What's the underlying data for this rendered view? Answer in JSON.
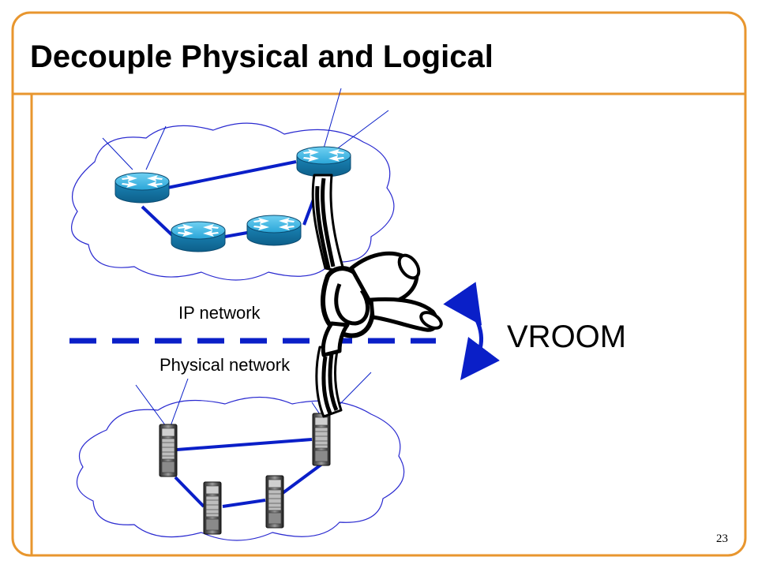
{
  "slide": {
    "title": "Decouple Physical and Logical",
    "page_number": "23"
  },
  "labels": {
    "ip_network": "IP network",
    "physical_network": "Physical network",
    "vroom": "VROOM"
  },
  "icons": {
    "router": "router-icon",
    "server": "server-rack-icon",
    "knot": "rope-knot-icon",
    "cloud": "cloud-icon",
    "arrow": "bidirectional-arc-arrow-icon"
  },
  "colors": {
    "frame": "#e8962e",
    "link": "#0a1fc8",
    "router": "#1f8fbf",
    "cloud_stroke": "#2a2ad0"
  }
}
